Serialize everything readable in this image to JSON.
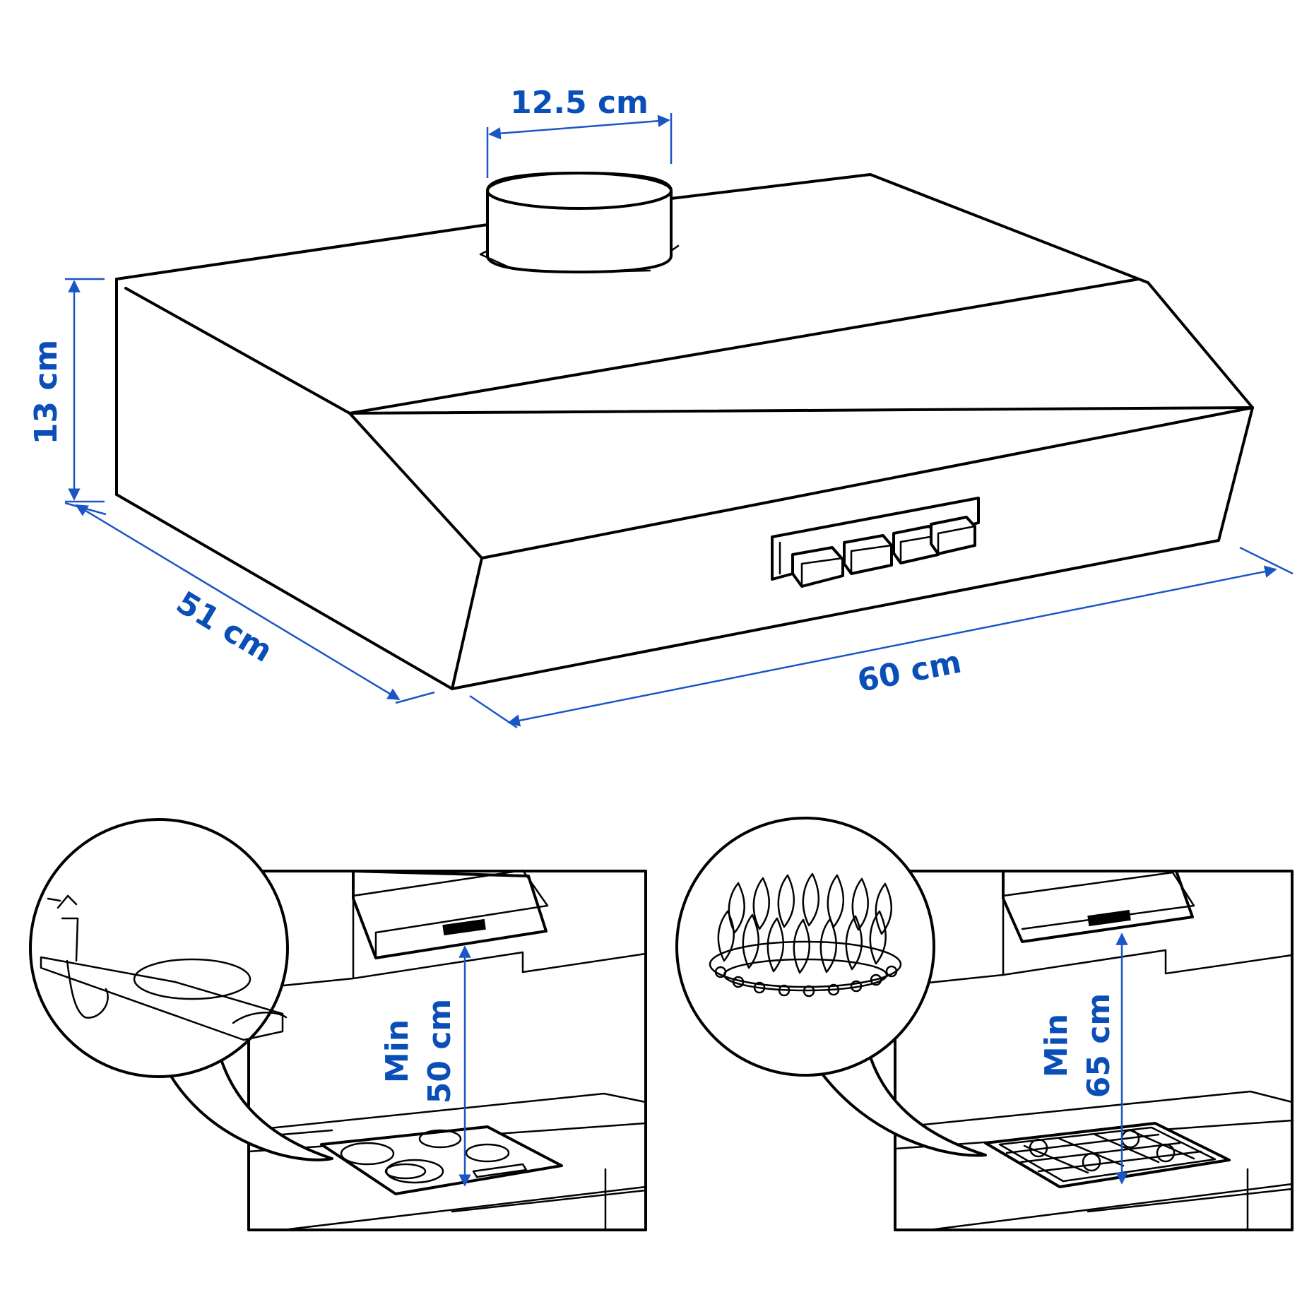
{
  "dimensions": {
    "duct_diameter": "12.5 cm",
    "height": "13 cm",
    "depth": "51 cm",
    "width": "60 cm"
  },
  "electric_hob": {
    "clearance_line1": "Min",
    "clearance_line2": "50 cm"
  },
  "gas_hob": {
    "clearance_line1": "Min",
    "clearance_line2": "65 cm"
  },
  "colors": {
    "dimension": "#0a4fb8",
    "outline": "#000000"
  }
}
